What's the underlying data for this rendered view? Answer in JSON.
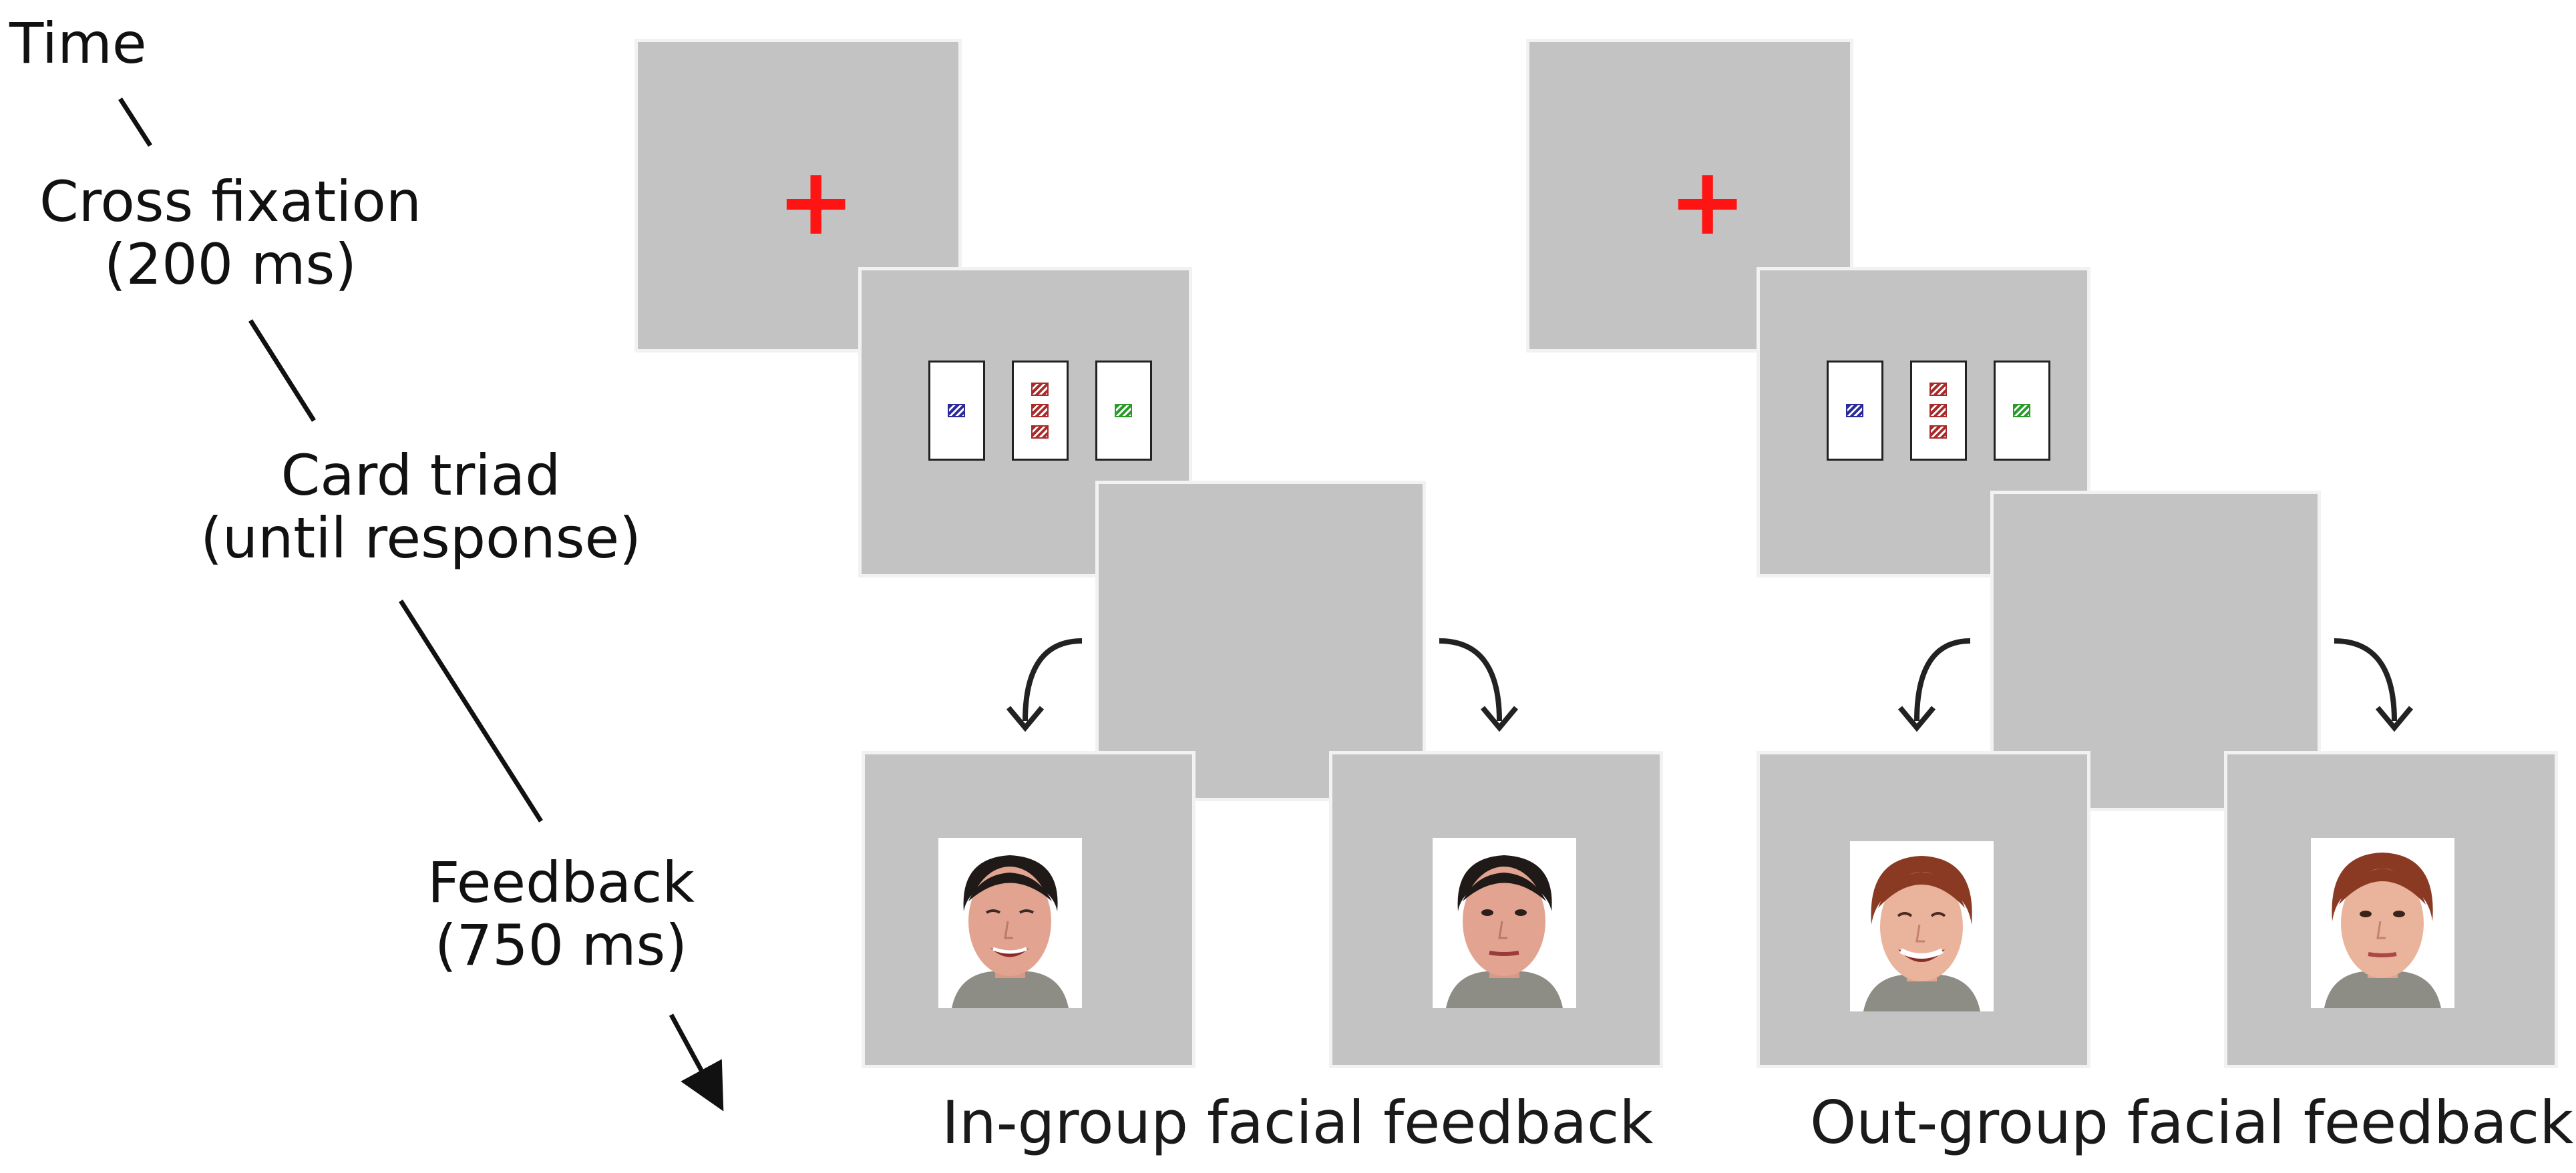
{
  "time_label": "Time",
  "stages": [
    {
      "name": "Cross fixation",
      "duration": "(200 ms)"
    },
    {
      "name": "Card triad",
      "duration": "(until response)"
    },
    {
      "name": "Feedback",
      "duration": "(750 ms)"
    }
  ],
  "fixation_symbol": "+",
  "captions": {
    "in_group": "In-group facial feedback",
    "out_group": "Out-group facial feedback"
  },
  "colors": {
    "screen": "#c3c3c3",
    "fixation_cross": "#ff1414",
    "card_symbol_1": "#2a2a9a",
    "card_symbol_2": "#a82a2a",
    "card_symbol_3": "#2a9a2a"
  },
  "card_symbol_counts": [
    1,
    3,
    1
  ],
  "faces": [
    {
      "group": "in-group",
      "expression": "happy"
    },
    {
      "group": "in-group",
      "expression": "neutral"
    },
    {
      "group": "out-group",
      "expression": "happy"
    },
    {
      "group": "out-group",
      "expression": "neutral"
    }
  ]
}
